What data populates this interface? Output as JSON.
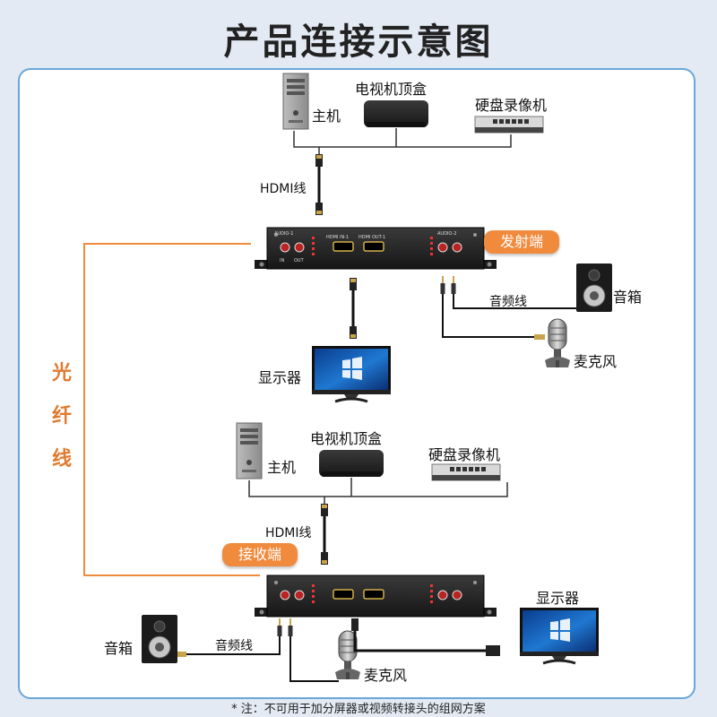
{
  "title": "产品连接示意图",
  "fiber_label": [
    "光",
    "纤",
    "线"
  ],
  "transmitter": {
    "tag": "发射端",
    "sources": [
      "主机",
      "电视机顶盒",
      "硬盘录像机"
    ],
    "cable": "HDMI线",
    "display": "显示器",
    "speaker": "音箱",
    "audio_cable": "音频线",
    "mic": "麦克风"
  },
  "receiver": {
    "tag": "接收端",
    "sources": [
      "主机",
      "电视机顶盒",
      "硬盘录像机"
    ],
    "cable": "HDMI线",
    "display": "显示器",
    "speaker": "音箱",
    "audio_cable": "音频线",
    "mic": "麦克风"
  },
  "device_ports": {
    "audio1": "AUDIO-1",
    "audio2": "AUDIO-2",
    "hdmi_in": "HDMI IN-1",
    "hdmi_out": "HDMI OUT-1",
    "in": "IN",
    "out": "OUT"
  },
  "footnote": "* 注：不可用于加分屏器或视频转接头的组网方案",
  "colors": {
    "accent": "#f08a3c",
    "frame": "#6aa7d8",
    "device": "#2b2b2b"
  }
}
